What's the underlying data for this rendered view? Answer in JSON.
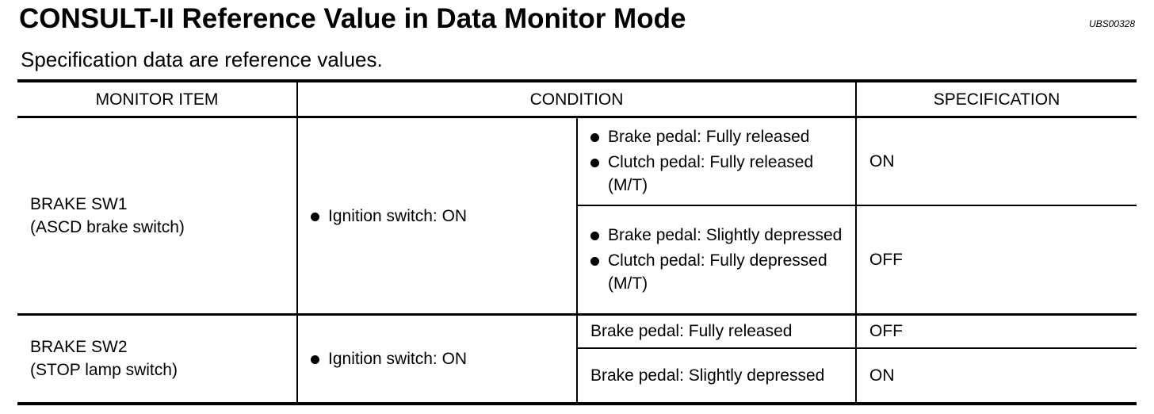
{
  "header": {
    "title": "CONSULT-II Reference Value in Data Monitor Mode",
    "code": "UBS00328",
    "subtitle": "Specification data are reference values."
  },
  "table": {
    "columns": [
      "MONITOR ITEM",
      "CONDITION",
      "SPECIFICATION"
    ],
    "rows": [
      {
        "item_line1": "BRAKE SW1",
        "item_line2": "(ASCD brake switch)",
        "condition": "Ignition switch: ON",
        "sub": [
          {
            "conditions": [
              "Brake pedal: Fully released",
              "Clutch pedal: Fully released (M/T)"
            ],
            "spec": "ON"
          },
          {
            "conditions": [
              "Brake pedal: Slightly depressed",
              "Clutch pedal: Fully depressed (M/T)"
            ],
            "spec": "OFF"
          }
        ]
      },
      {
        "item_line1": "BRAKE SW2",
        "item_line2": "(STOP lamp switch)",
        "condition": "Ignition switch: ON",
        "sub": [
          {
            "conditions": [
              "Brake pedal: Fully released"
            ],
            "spec": "OFF"
          },
          {
            "conditions": [
              "Brake pedal: Slightly depressed"
            ],
            "spec": "ON"
          }
        ]
      }
    ]
  }
}
